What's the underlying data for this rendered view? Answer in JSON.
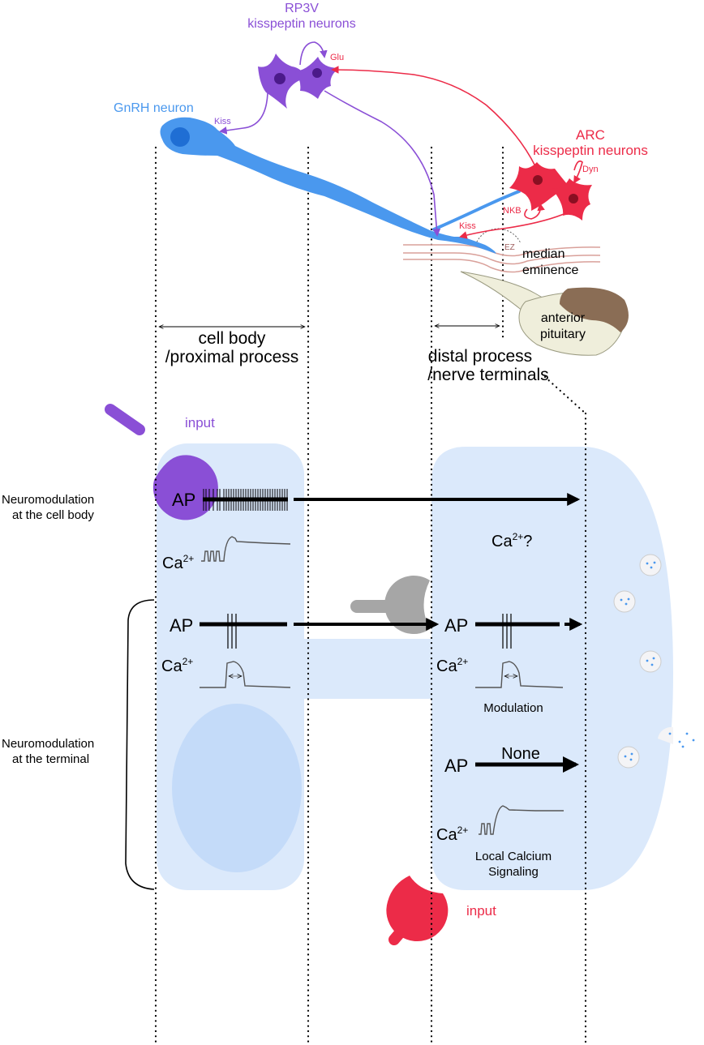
{
  "colors": {
    "gnrh": "#4a98ee",
    "rp3v": "#8a4fd6",
    "arc": "#ec2b48",
    "cell_fill": "#dbe9fb",
    "nucleus": "#c4dbf9",
    "pituitary": "#efeedb",
    "pituitary_dark": "#8a6d55"
  },
  "top": {
    "rp3v_label_1": "RP3V",
    "rp3v_label_2": "kisspeptin neurons",
    "gnrh_label": "GnRH neuron",
    "arc_label_1": "ARC",
    "arc_label_2": "kisspeptin neurons",
    "kiss_rp3v": "Kiss",
    "glu": "Glu",
    "dyn": "Dyn",
    "nkb": "NKB",
    "kiss_arc": "Kiss",
    "ez": "EZ",
    "median_1": "median",
    "median_2": "eminence",
    "pituitary_1": "anterior",
    "pituitary_2": "pituitary",
    "cellbody_1": "cell body",
    "cellbody_2": "/proximal process",
    "distal_1": "distal process",
    "distal_2": "/nerve terminals"
  },
  "bottom": {
    "input_top": "input",
    "input_bottom": "input",
    "section1_1": "Neuromodulation",
    "section1_2": "at the cell body",
    "section2_1": "Neuromodulation",
    "section2_2": "at the terminal",
    "ap": "AP",
    "ca": "Ca",
    "ca_sup": "2+",
    "ca_question": "?",
    "modulation": "Modulation",
    "none": "None",
    "local_1": "Local Calcium",
    "local_2": "Signaling"
  }
}
